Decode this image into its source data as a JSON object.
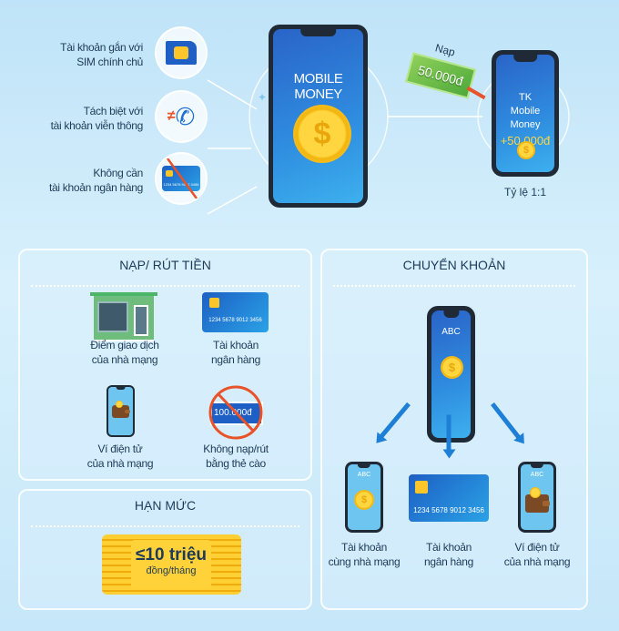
{
  "features": [
    {
      "label_line1": "Tài khoản gắn với",
      "label_line2": "SIM chính chủ",
      "icon": "sim-card-icon"
    },
    {
      "label_line1": "Tách biệt với",
      "label_line2": "tài khoản viễn thông",
      "icon": "phone-not-equal-icon"
    },
    {
      "label_line1": "Không cần",
      "label_line2": "tài khoản ngân hàng",
      "icon": "crossed-bank-card-icon"
    }
  ],
  "main_phone": {
    "title": "MOBILE MONEY",
    "coin_symbol": "$"
  },
  "topup": {
    "label": "Nạp",
    "bill_amount": "50.000đ"
  },
  "account_phone": {
    "line1": "TK",
    "line2": "Mobile Money",
    "amount": "+50.000đ",
    "coin_symbol": "$"
  },
  "ratio": "Tỷ lệ 1:1",
  "card_number": "1234 5678 9012 3456",
  "deposit_withdraw": {
    "title": "NẠP/ RÚT TIỀN",
    "items": [
      {
        "line1": "Điểm giao dịch",
        "line2": "của nhà mạng"
      },
      {
        "line1": "Tài khoản",
        "line2": "ngân hàng"
      },
      {
        "line1": "Ví điện tử",
        "line2": "của nhà mạng"
      },
      {
        "line1": "Không nạp/rút",
        "line2": "bằng thẻ cào",
        "voucher": "100.000đ"
      }
    ]
  },
  "limit": {
    "title": "HẠN MỨC",
    "amount": "≤10 triệu",
    "unit": "đồng/tháng"
  },
  "transfer": {
    "title": "CHUYỂN KHOẢN",
    "carrier": "ABC",
    "targets": [
      {
        "line1": "Tài khoản",
        "line2": "cùng nhà mạng"
      },
      {
        "line1": "Tài khoản",
        "line2": "ngân hàng"
      },
      {
        "line1": "Ví điện tử",
        "line2": "của nhà mạng"
      }
    ]
  },
  "colors": {
    "accent_blue": "#2a64c8",
    "coin_gold": "#ffd640",
    "money_green": "#6cc24a",
    "arrow_red": "#e8532a",
    "text": "#1d3a57"
  }
}
